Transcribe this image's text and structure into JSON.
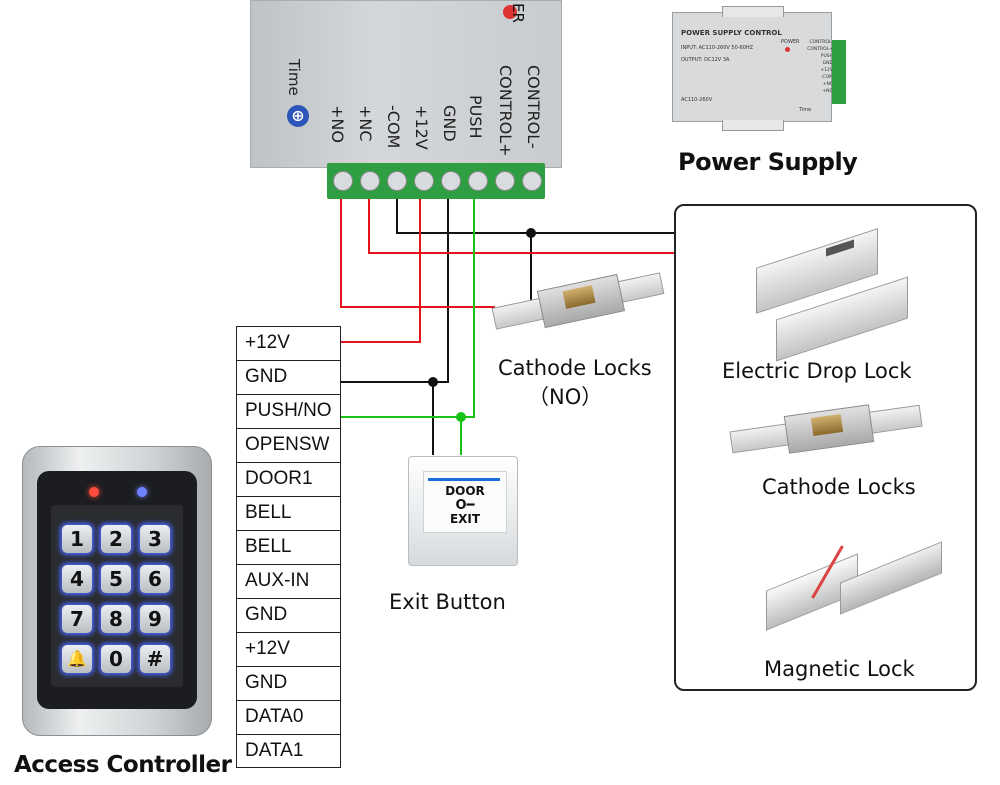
{
  "psu_terminals": [
    "CONTROL-",
    "CONTROL+",
    "PUSH",
    "GND",
    "+12V",
    "-COM",
    "+NC",
    "+NO"
  ],
  "psu_time_label": "Time",
  "psu_top_partial": "ER",
  "mini_psu": {
    "title": "POWER SUPPLY CONTROL",
    "input": "INPUT: AC110-260V 50-60HZ",
    "output": "OUTPUT: DC12V  3A",
    "power": "POWER",
    "ac": "AC110-260V",
    "pins": [
      "CONTROL-",
      "CONTROL+",
      "PUSH",
      "GND",
      "+12V",
      "-COM",
      "+NC",
      "+NO"
    ],
    "time": "Time"
  },
  "labels": {
    "power_supply": "Power Supply",
    "cathode_locks_no": "Cathode Locks",
    "no_tag": "（NO）",
    "electric_drop_lock": "Electric Drop Lock",
    "cathode_locks": "Cathode Locks",
    "magnetic_lock": "Magnetic Lock",
    "exit_button": "Exit Button",
    "access_controller": "Access Controller"
  },
  "exit_button_face": {
    "top": "DOOR",
    "bottom": "EXIT"
  },
  "controller_terminals": [
    "+12V",
    "GND",
    "PUSH/NO",
    "OPENSW",
    "DOOR1",
    "BELL",
    "BELL",
    "AUX-IN",
    "GND",
    "+12V",
    "GND",
    "DATA0",
    "DATA1"
  ],
  "keypad_keys": [
    "1",
    "2",
    "3",
    "4",
    "5",
    "6",
    "7",
    "8",
    "9",
    "🔔",
    "0",
    "#"
  ],
  "colors": {
    "wire_red": "#e8141c",
    "wire_green": "#17c317",
    "wire_black": "#111111",
    "terminal_green": "#2f9e43",
    "key_glow": "#4d67ff"
  }
}
